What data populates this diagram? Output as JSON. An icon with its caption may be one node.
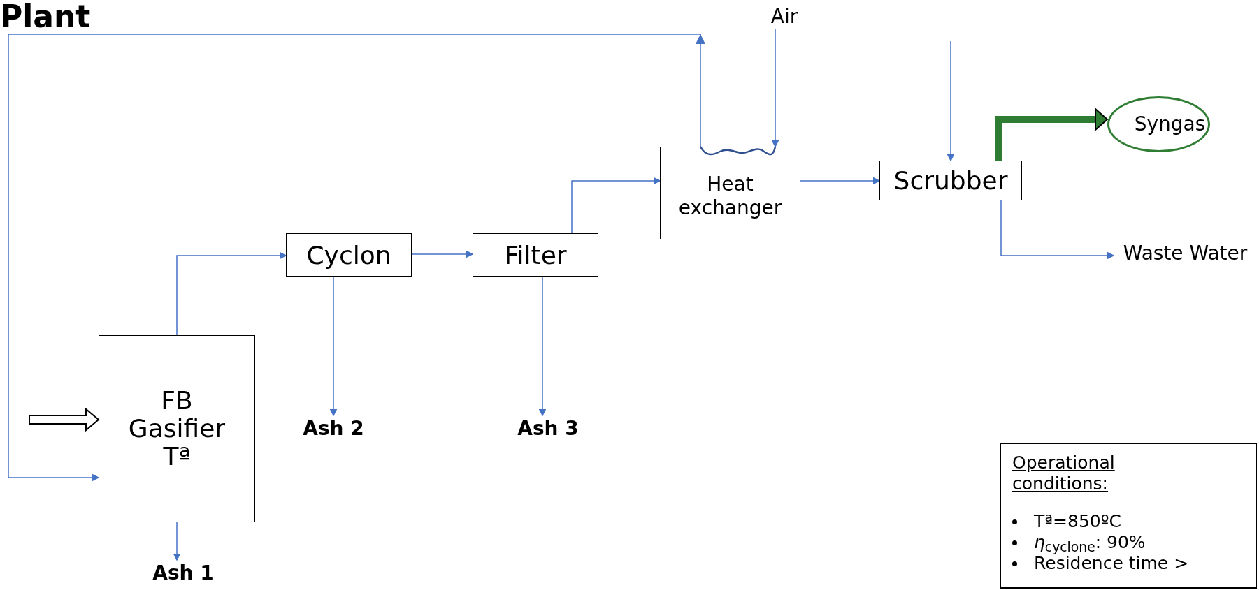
{
  "diagram": {
    "title": "Plant",
    "nodes": [
      {
        "text": [
          "FB Gasifier Tª"
        ]
      },
      {
        "text": [
          "Cyclon"
        ]
      },
      {
        "text": [
          "Filter"
        ]
      },
      {
        "text": [
          "Heat exchanger"
        ]
      },
      {
        "text": [
          "Scrubber"
        ]
      },
      {
        "text": [
          "Syngas"
        ]
      },
      {
        "text": [
          "Waste Water"
        ]
      },
      {
        "text": [
          "Air"
        ]
      },
      {
        "text": [
          "Ash 1"
        ]
      },
      {
        "text": [
          "Ash 2"
        ]
      },
      {
        "text": [
          "Ash 3"
        ]
      },
      {
        "text": [
          "Operational conditions:",
          "Tª=850ºC",
          "*η*$_{cyclone}$: 90%",
          "Residence time >"
        ]
      }
    ],
    "edges": [
      {
        "from": null,
        "to": 0,
        "arrow": "to",
        "style": "thick"
      },
      {
        "from": 0,
        "to": 1,
        "arrow": "to"
      },
      {
        "from": 0,
        "to": 8,
        "arrow": "to"
      },
      {
        "from": 1,
        "to": 2,
        "arrow": "to"
      },
      {
        "from": 1,
        "to": 9,
        "arrow": "to"
      },
      {
        "from": 2,
        "to": 3,
        "arrow": "to"
      },
      {
        "from": 2,
        "to": 10,
        "arrow": "to"
      },
      {
        "from": 3,
        "to": 0,
        "arrow": "to"
      },
      {
        "from": 7,
        "to": 3,
        "arrow": "to"
      },
      {
        "from": null,
        "to": 4,
        "arrow": "to"
      },
      {
        "from": 3,
        "to": 4,
        "arrow": "to"
      },
      {
        "from": 4,
        "to": 5,
        "arrow": "to",
        "style": "thick",
        "color": "#2e7d32"
      },
      {
        "from": 4,
        "to": 6,
        "arrow": "to"
      }
    ]
  }
}
